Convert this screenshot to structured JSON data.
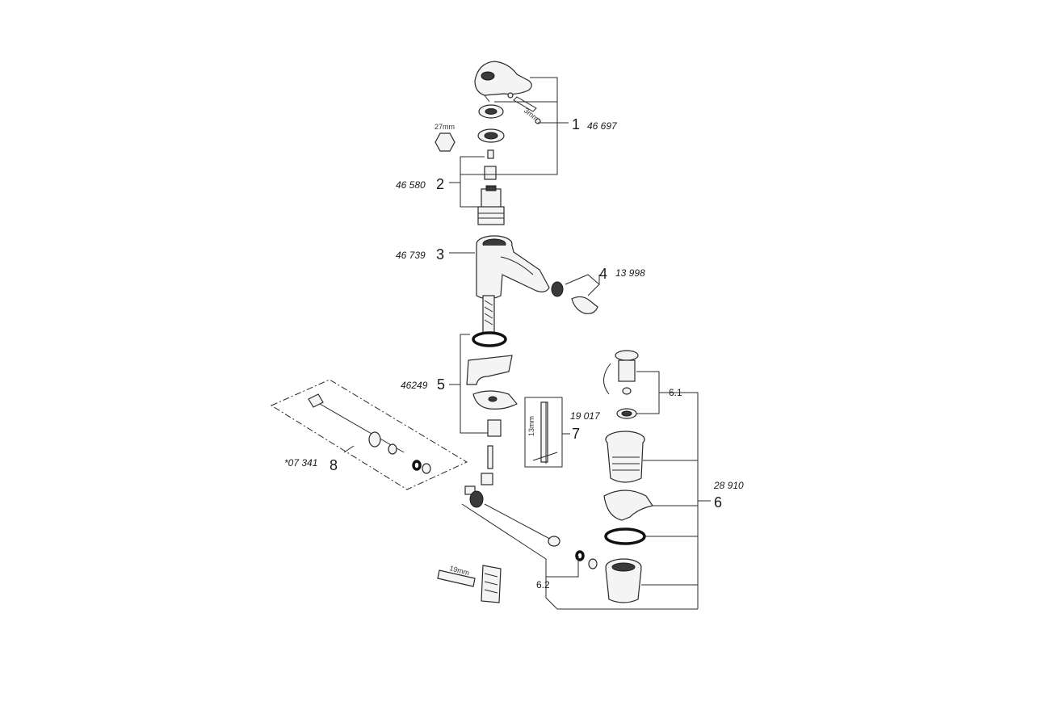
{
  "callouts": [
    {
      "id": "1",
      "number": "1",
      "code": "46 697"
    },
    {
      "id": "2",
      "number": "2",
      "code": "46 580"
    },
    {
      "id": "3",
      "number": "3",
      "code": "46 739"
    },
    {
      "id": "4",
      "number": "4",
      "code": "13 998"
    },
    {
      "id": "5",
      "number": "5",
      "code": "46249"
    },
    {
      "id": "6",
      "number": "6",
      "code": "28 910"
    },
    {
      "id": "7",
      "number": "7",
      "code": "19 017"
    },
    {
      "id": "8",
      "number": "8",
      "code": "*07 341"
    }
  ],
  "sub_labels": {
    "part_6_1": "6.1",
    "part_6_2": "6.2"
  },
  "tool_sizes": {
    "hex_key": "3mm",
    "hex_socket": "27mm",
    "wrench_13": "13mm",
    "wrench_19": "19mm"
  }
}
